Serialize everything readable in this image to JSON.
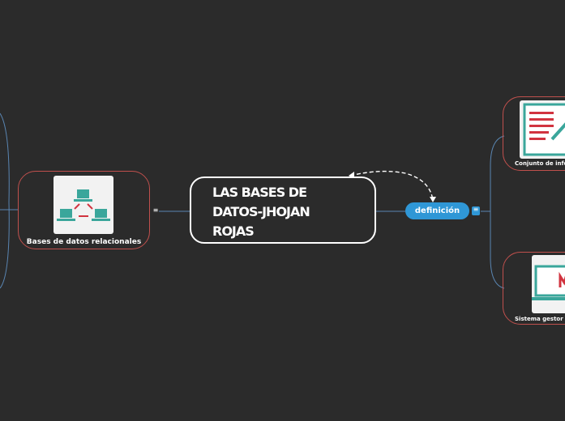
{
  "central": {
    "title": "LAS BASES DE DATOS-JHOJAN ROJAS"
  },
  "definition_node": {
    "label": "definición",
    "collapse_glyph": "≡"
  },
  "left_node": {
    "label": "Bases de datos relacionales",
    "collapse_glyph": "≡"
  },
  "right_nodes": [
    {
      "label": "Conjunto de infor"
    },
    {
      "label": "Sistema gestor de"
    }
  ],
  "icons": {
    "left": "network-computers-icon",
    "right_top": "document-edit-icon",
    "right_bottom": "laptop-icon"
  },
  "colors": {
    "background": "#2b2b2b",
    "node_border": "#c0504d",
    "connector": "#5a86b3",
    "pill": "#2f97d6",
    "icon_teal": "#3aa69b",
    "icon_red": "#d1333f"
  }
}
